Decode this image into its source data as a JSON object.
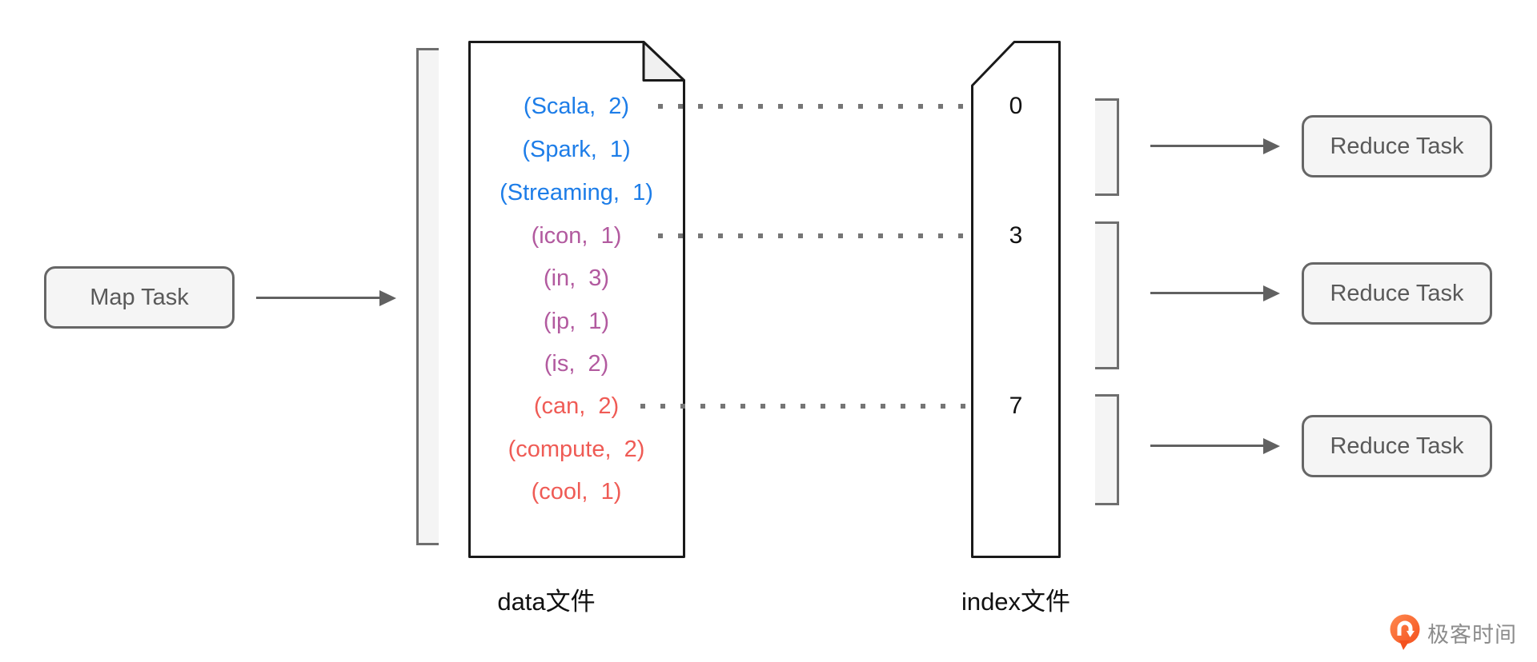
{
  "map_task": {
    "label": "Map Task"
  },
  "data_file": {
    "label": "data文件",
    "entries": [
      {
        "text": "(Scala,  2)",
        "color": "#1d7de8"
      },
      {
        "text": "(Spark,  1)",
        "color": "#1d7de8"
      },
      {
        "text": "(Streaming,  1)",
        "color": "#1d7de8"
      },
      {
        "text": "(icon,  1)",
        "color": "#b25a9f"
      },
      {
        "text": "(in,  3)",
        "color": "#b25a9f"
      },
      {
        "text": "(ip,  1)",
        "color": "#b25a9f"
      },
      {
        "text": "(is,  2)",
        "color": "#b25a9f"
      },
      {
        "text": "(can,  2)",
        "color": "#ef5b55"
      },
      {
        "text": "(compute,  2)",
        "color": "#ef5b55"
      },
      {
        "text": "(cool,  1)",
        "color": "#ef5b55"
      }
    ]
  },
  "index_file": {
    "label": "index文件",
    "offsets": [
      {
        "value": "0"
      },
      {
        "value": "3"
      },
      {
        "value": "7"
      }
    ]
  },
  "reduce_tasks": [
    {
      "label": "Reduce Task"
    },
    {
      "label": "Reduce Task"
    },
    {
      "label": "Reduce Task"
    }
  ],
  "logo": {
    "text": "极客时间"
  },
  "palette": {
    "blue": "#1d7de8",
    "purple": "#b25a9f",
    "red": "#ef5b55",
    "box_border": "#666666",
    "box_fill": "#f5f5f5",
    "arrow": "#616161",
    "dot": "#757575",
    "file_outline": "#000000",
    "logo_orange": "#f4511e"
  }
}
